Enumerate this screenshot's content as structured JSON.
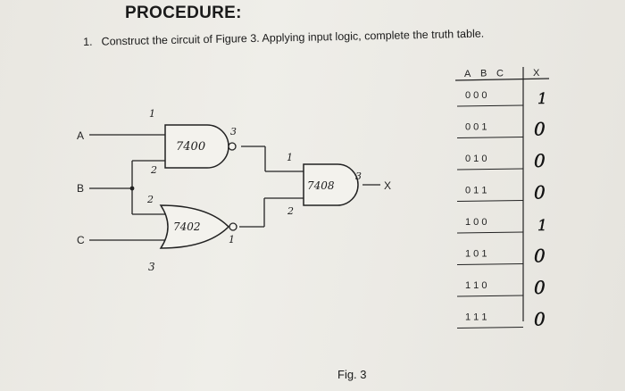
{
  "heading": "PROCEDURE:",
  "step": {
    "number": "1.",
    "text": "Construct the circuit of Figure 3. Applying input logic, complete the truth table."
  },
  "circuit": {
    "inputs": [
      "A",
      "B",
      "C"
    ],
    "output": "X",
    "gates": [
      {
        "chip": "7400",
        "pin_in": "1",
        "pin_in2": "2",
        "pin_out": "3"
      },
      {
        "chip": "7402",
        "pin_in": "2",
        "pin_in2": "3",
        "pin_out": "1"
      },
      {
        "chip": "7408",
        "pin_in": "1",
        "pin_in2": "2",
        "pin_out": "3"
      }
    ]
  },
  "truth_table": {
    "headers": [
      "A",
      "B",
      "C",
      "X"
    ],
    "rows": [
      {
        "inputs": "0 0 0",
        "x": "1"
      },
      {
        "inputs": "0 0 1",
        "x": "0"
      },
      {
        "inputs": "0 1 0",
        "x": "0"
      },
      {
        "inputs": "0 1 1",
        "x": "0"
      },
      {
        "inputs": "1 0 0",
        "x": "1"
      },
      {
        "inputs": "1 0 1",
        "x": "0"
      },
      {
        "inputs": "1 1 0",
        "x": "0"
      },
      {
        "inputs": "1 1 1",
        "x": "0"
      }
    ]
  },
  "figure_caption": "Fig. 3"
}
